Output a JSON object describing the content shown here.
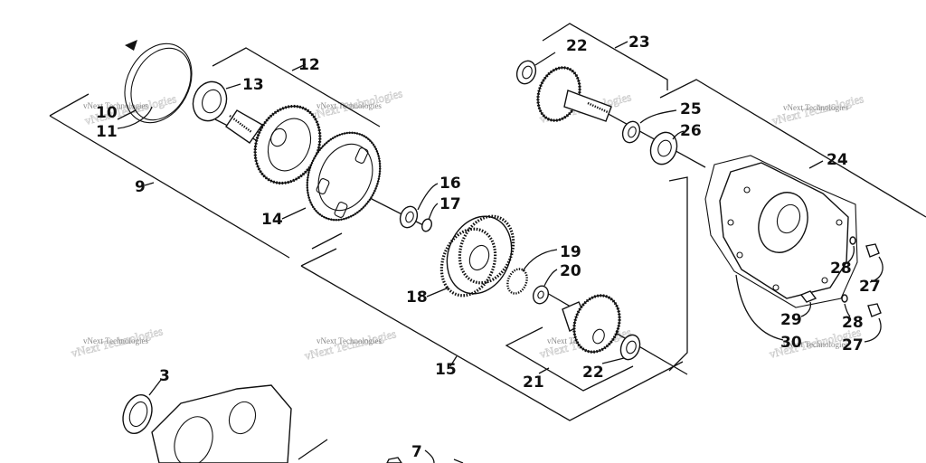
{
  "watermark": "vNext Technologies",
  "callouts": {
    "n3": "3",
    "n7": "7",
    "n9": "9",
    "n10": "10",
    "n11": "11",
    "n12": "12",
    "n13": "13",
    "n14": "14",
    "n15": "15",
    "n16": "16",
    "n17": "17",
    "n18": "18",
    "n19": "19",
    "n20": "20",
    "n21": "21",
    "n22a": "22",
    "n22b": "22",
    "n23": "23",
    "n24": "24",
    "n25": "25",
    "n26": "26",
    "n27a": "27",
    "n27b": "27",
    "n28a": "28",
    "n28b": "28",
    "n29": "29",
    "n30": "30"
  }
}
